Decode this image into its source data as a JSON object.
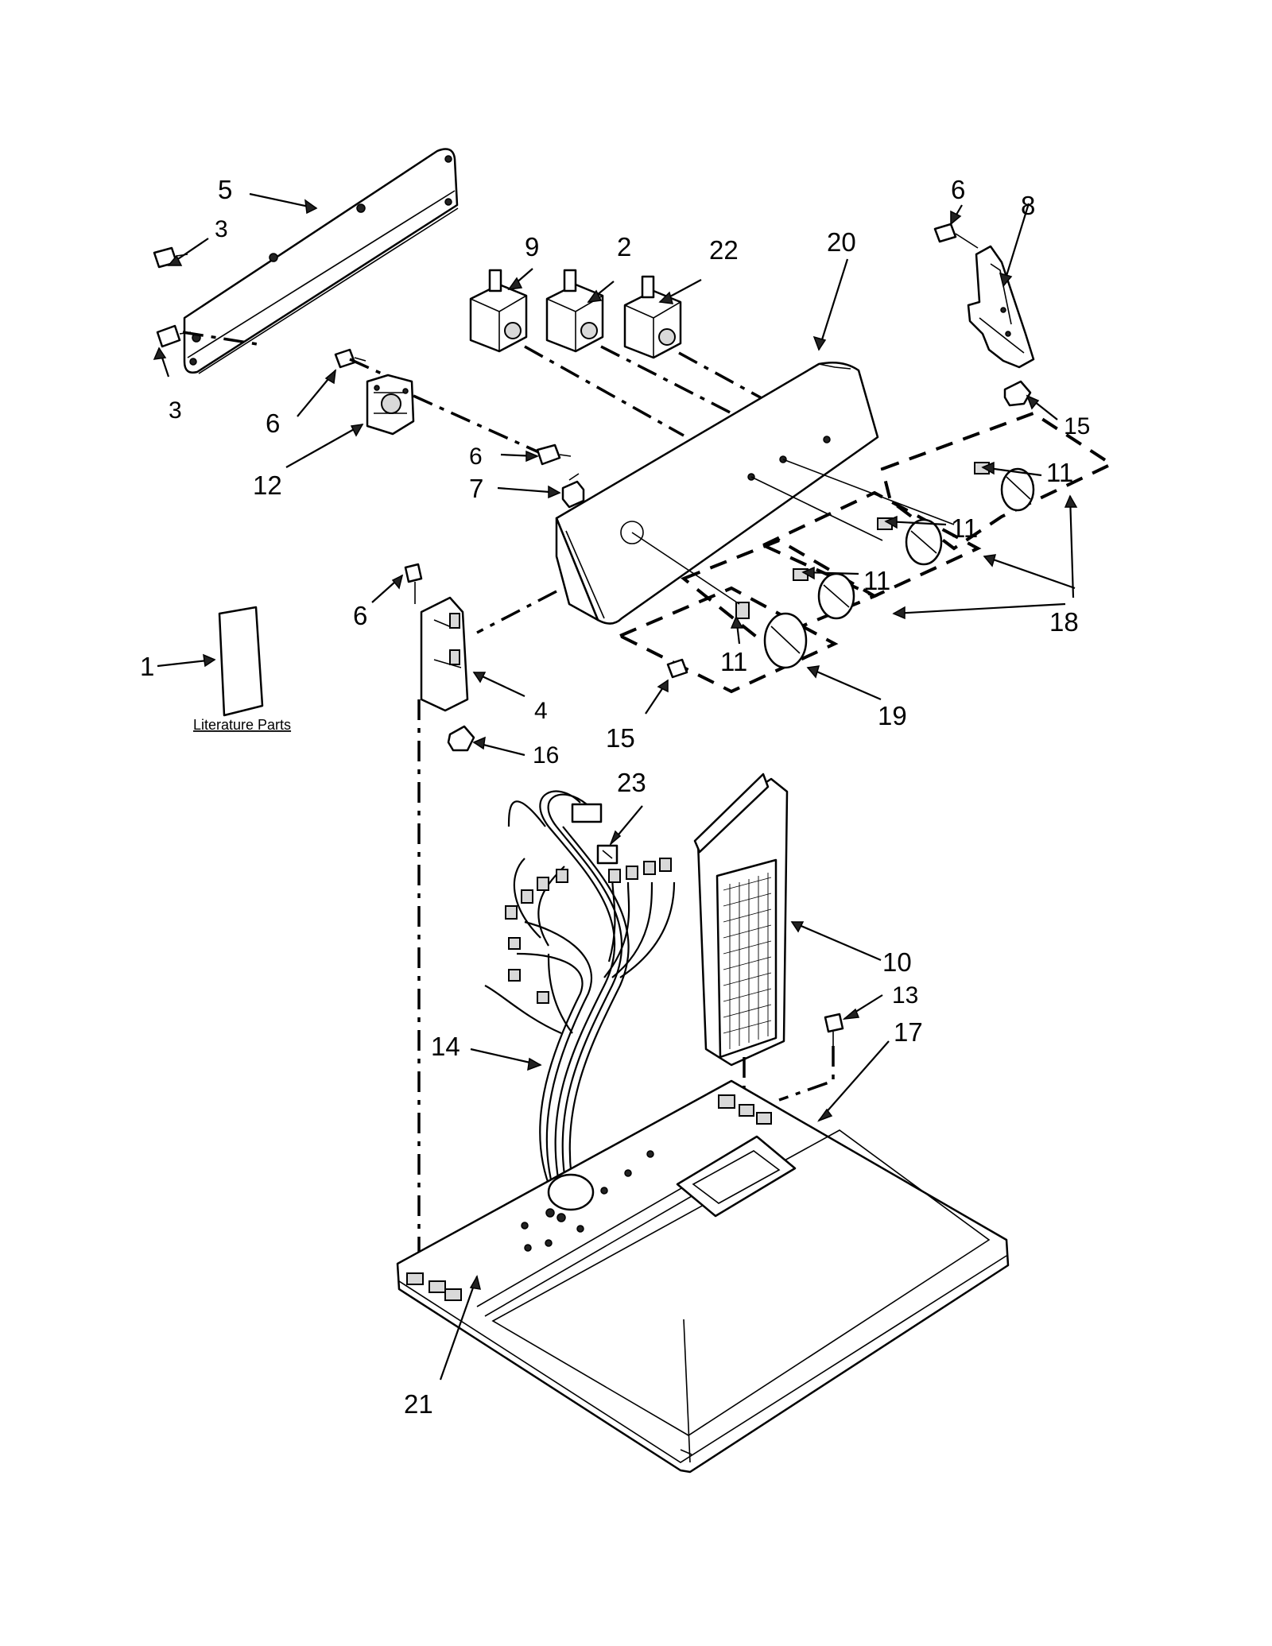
{
  "diagram": {
    "literature_label": "Literature Parts",
    "callouts": [
      {
        "id": "c1",
        "text": "1"
      },
      {
        "id": "c2",
        "text": "2"
      },
      {
        "id": "c3a",
        "text": "3"
      },
      {
        "id": "c3b",
        "text": "3"
      },
      {
        "id": "c4",
        "text": "4"
      },
      {
        "id": "c5",
        "text": "5"
      },
      {
        "id": "c6a",
        "text": "6"
      },
      {
        "id": "c6b",
        "text": "6"
      },
      {
        "id": "c6c",
        "text": "6"
      },
      {
        "id": "c6d",
        "text": "6"
      },
      {
        "id": "c7",
        "text": "7"
      },
      {
        "id": "c8",
        "text": "8"
      },
      {
        "id": "c9",
        "text": "9"
      },
      {
        "id": "c10",
        "text": "10"
      },
      {
        "id": "c11a",
        "text": "11"
      },
      {
        "id": "c11b",
        "text": "11"
      },
      {
        "id": "c11c",
        "text": "11"
      },
      {
        "id": "c11d",
        "text": "11"
      },
      {
        "id": "c12",
        "text": "12"
      },
      {
        "id": "c13",
        "text": "13"
      },
      {
        "id": "c14",
        "text": "14"
      },
      {
        "id": "c15a",
        "text": "15"
      },
      {
        "id": "c15b",
        "text": "15"
      },
      {
        "id": "c16",
        "text": "16"
      },
      {
        "id": "c17",
        "text": "17"
      },
      {
        "id": "c18",
        "text": "18"
      },
      {
        "id": "c19",
        "text": "19"
      },
      {
        "id": "c20",
        "text": "20"
      },
      {
        "id": "c21",
        "text": "21"
      },
      {
        "id": "c22",
        "text": "22"
      },
      {
        "id": "c23",
        "text": "23"
      }
    ]
  }
}
